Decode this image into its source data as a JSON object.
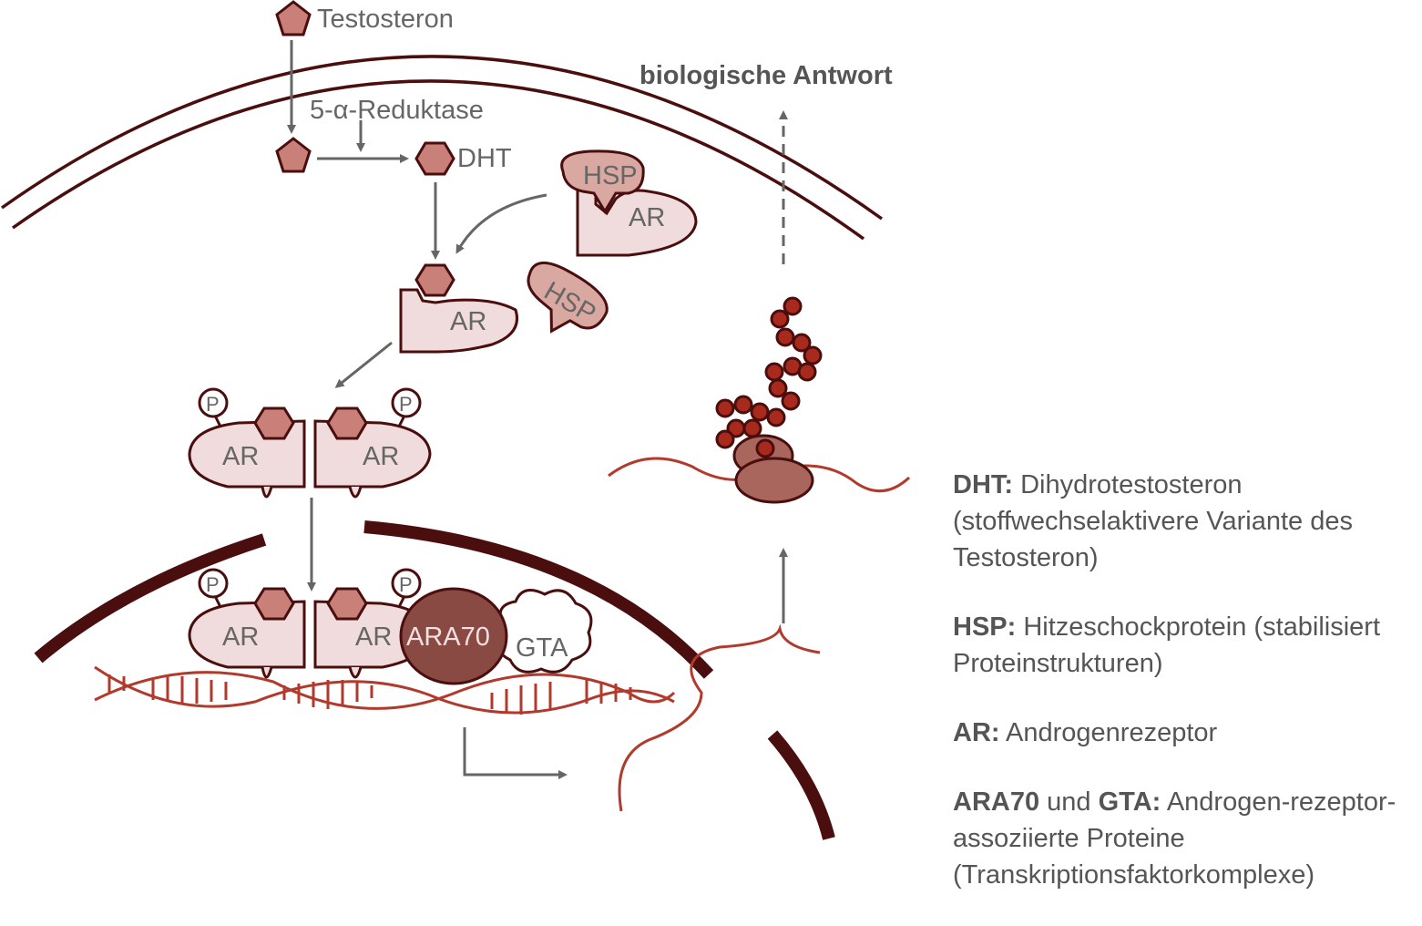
{
  "labels": {
    "testosterone": "Testosteron",
    "reductase": "5-α-Reduktase",
    "dht": "DHT",
    "hsp": "HSP",
    "ar": "AR",
    "p": "P",
    "ara70": "ARA70",
    "gta": "GTA",
    "response": "biologische Antwort"
  },
  "legend": {
    "dht_term": "DHT:",
    "dht_desc": "Dihydrotestosteron (stoffwechselaktivere Variante des Testosteron)",
    "hsp_term": "HSP:",
    "hsp_desc": "Hitzeschockprotein (stabilisiert Proteinstrukturen)",
    "ar_term": "AR:",
    "ar_desc": "Androgenrezeptor",
    "ara70_term": "ARA70",
    "und": "und",
    "gta_term": "GTA:",
    "ara70_desc": "Androgen-rezeptor-assoziierte Proteine (Transkriptionsfaktorkomplexe)"
  },
  "colors": {
    "membrane": "#4a0e0e",
    "hormone": "#c98078",
    "receptor": "#f0dcdc",
    "ara70": "#8a4a44",
    "ribosome": "#a8665c",
    "dna": "#b23a2c",
    "arrow": "#666666"
  }
}
